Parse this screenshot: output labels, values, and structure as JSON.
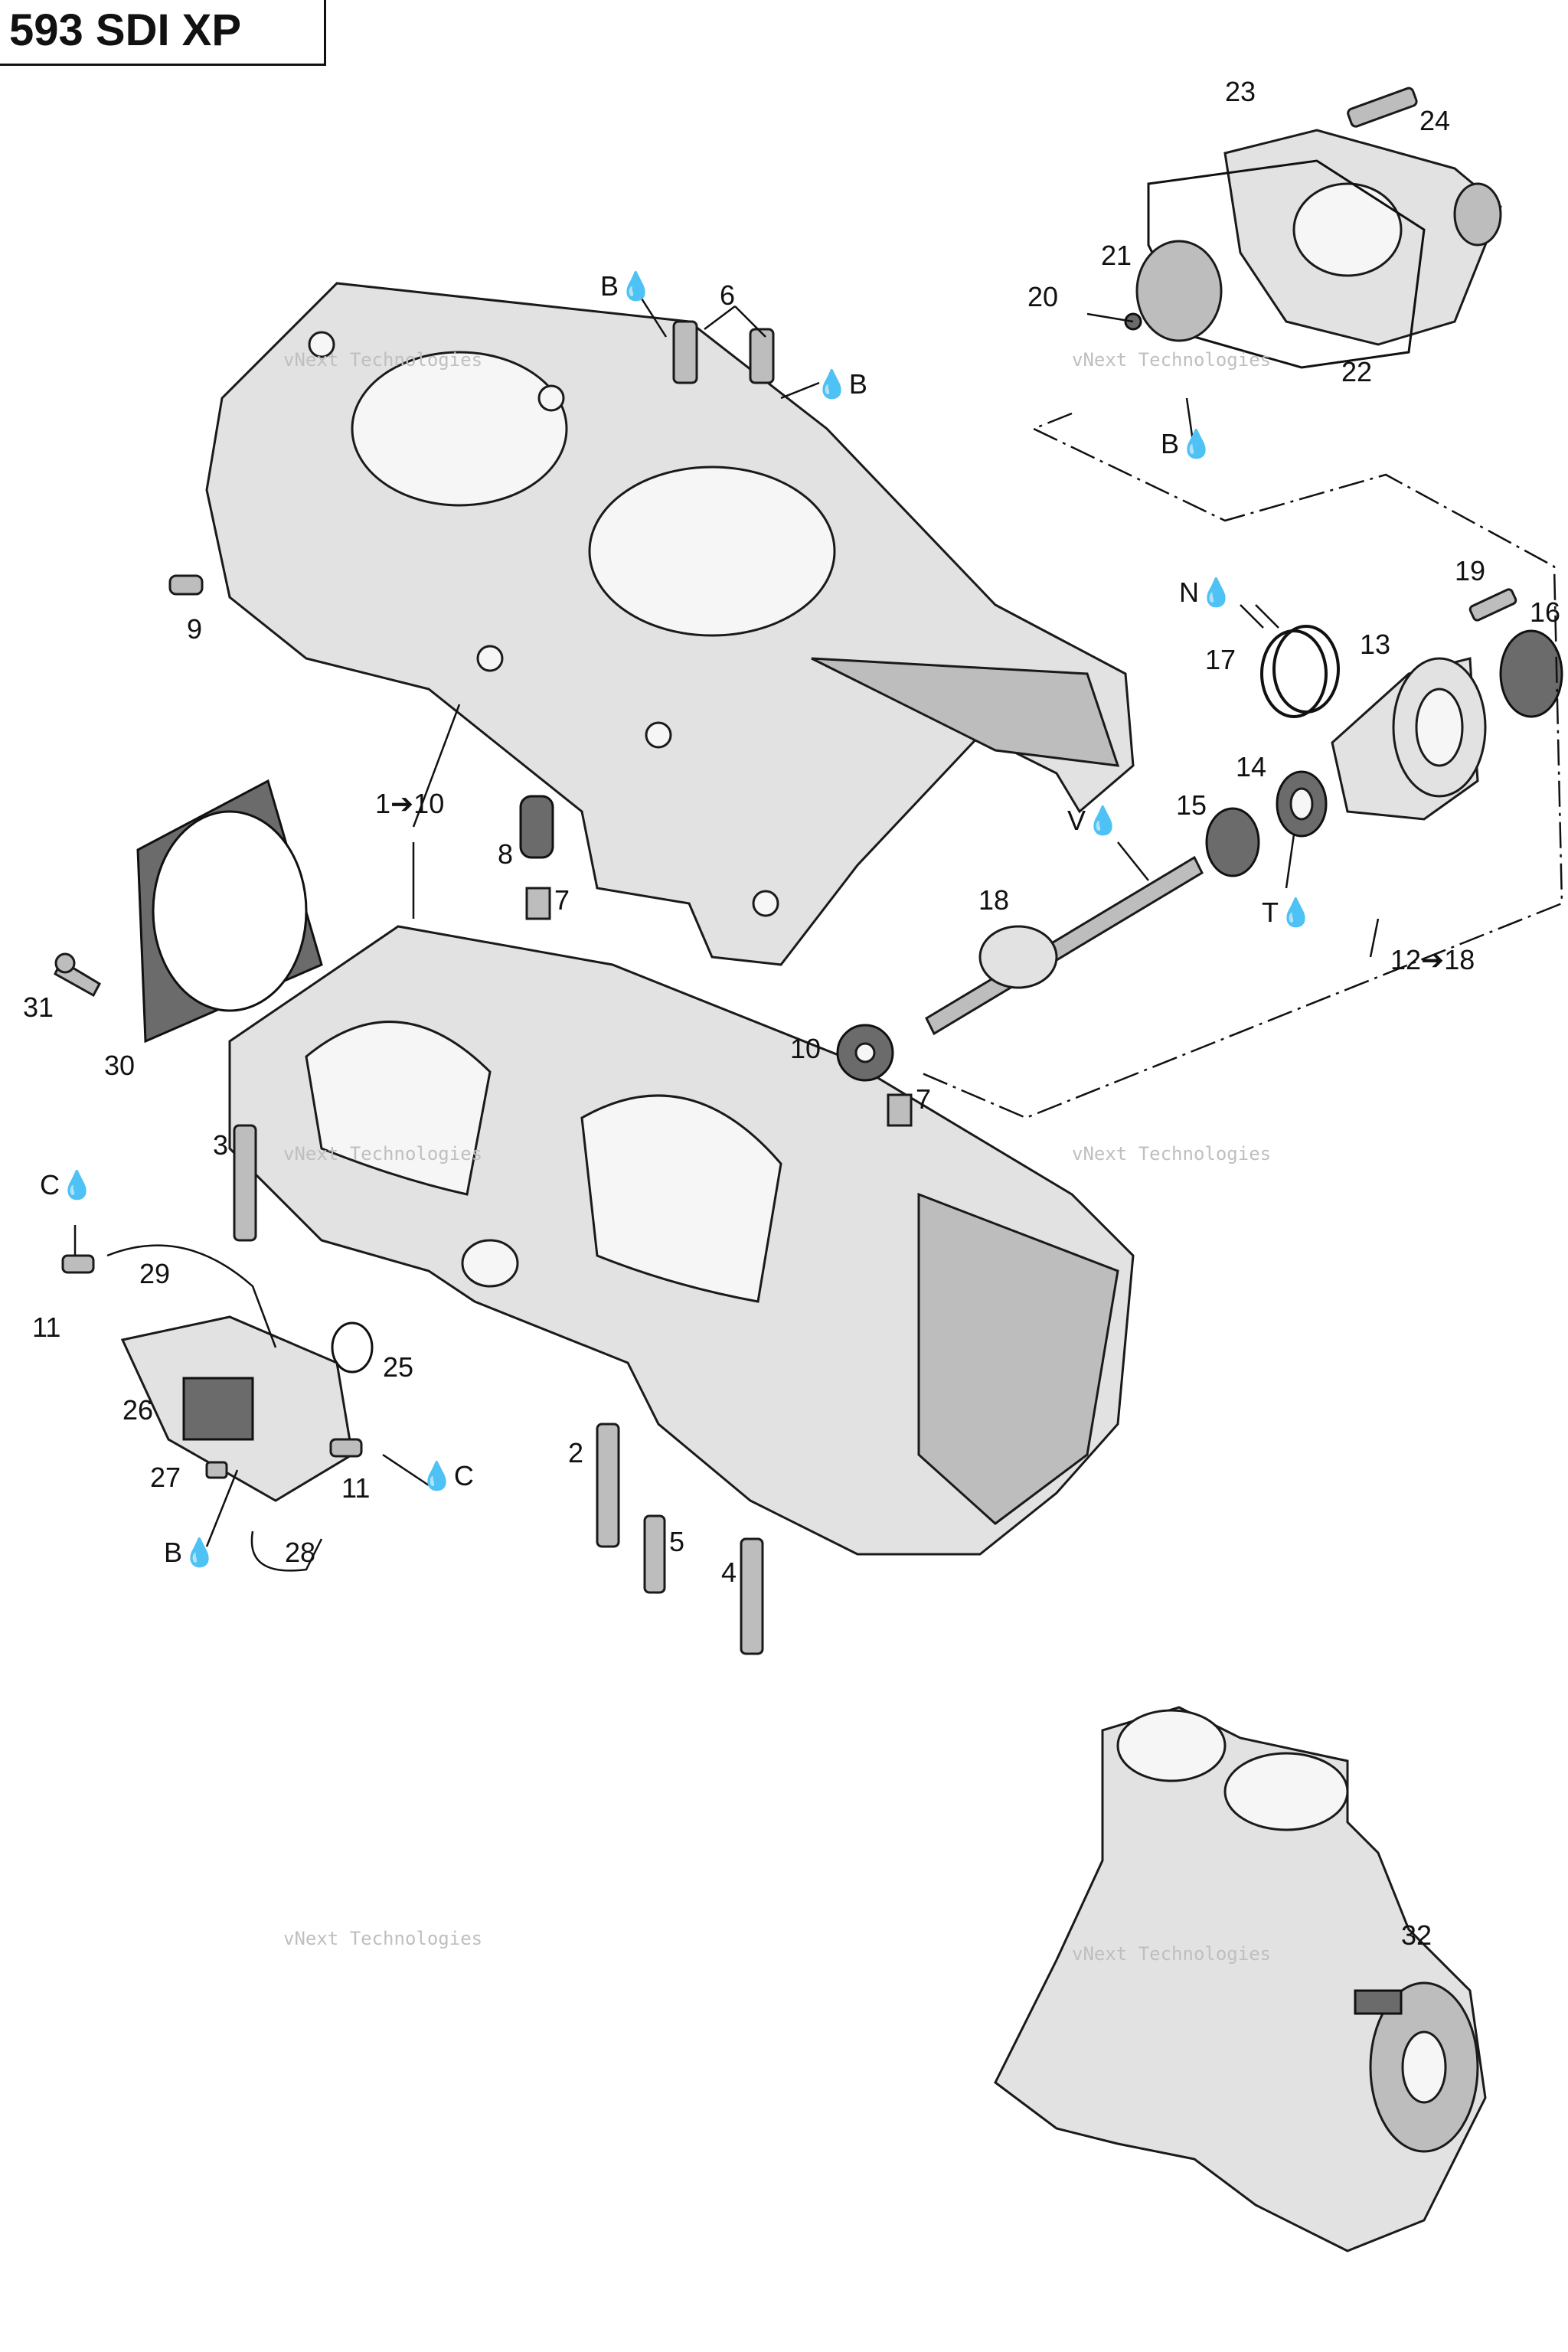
{
  "title": "593 SDI XP",
  "watermark": {
    "line1": "vNext Technologies",
    "line2": "vNext",
    "line3": "Technologies"
  },
  "labels": {
    "l1to10": "1➔10",
    "l2": "2",
    "l3": "3",
    "l4": "4",
    "l5": "5",
    "l6": "6",
    "l7a": "7",
    "l7b": "7",
    "l8": "8",
    "l9": "9",
    "l10": "10",
    "l11a": "11",
    "l11b": "11",
    "l12to18": "12➔18",
    "l13": "13",
    "l14": "14",
    "l15": "15",
    "l16": "16",
    "l17": "17",
    "l18": "18",
    "l19": "19",
    "l20": "20",
    "l21": "21",
    "l22": "22",
    "l23": "23",
    "l24": "24",
    "l25": "25",
    "l26": "26",
    "l27": "27",
    "l28": "28",
    "l29": "29",
    "l30": "30",
    "l31": "31",
    "l32": "32"
  },
  "callouts": {
    "b_top_left": "B💧",
    "b_top_right": "💧B",
    "b_pump": "B💧",
    "n": "N💧",
    "v": "V💧",
    "t": "T💧",
    "c_left": "C💧",
    "c_right": "💧C",
    "b_bottom": "B💧"
  }
}
